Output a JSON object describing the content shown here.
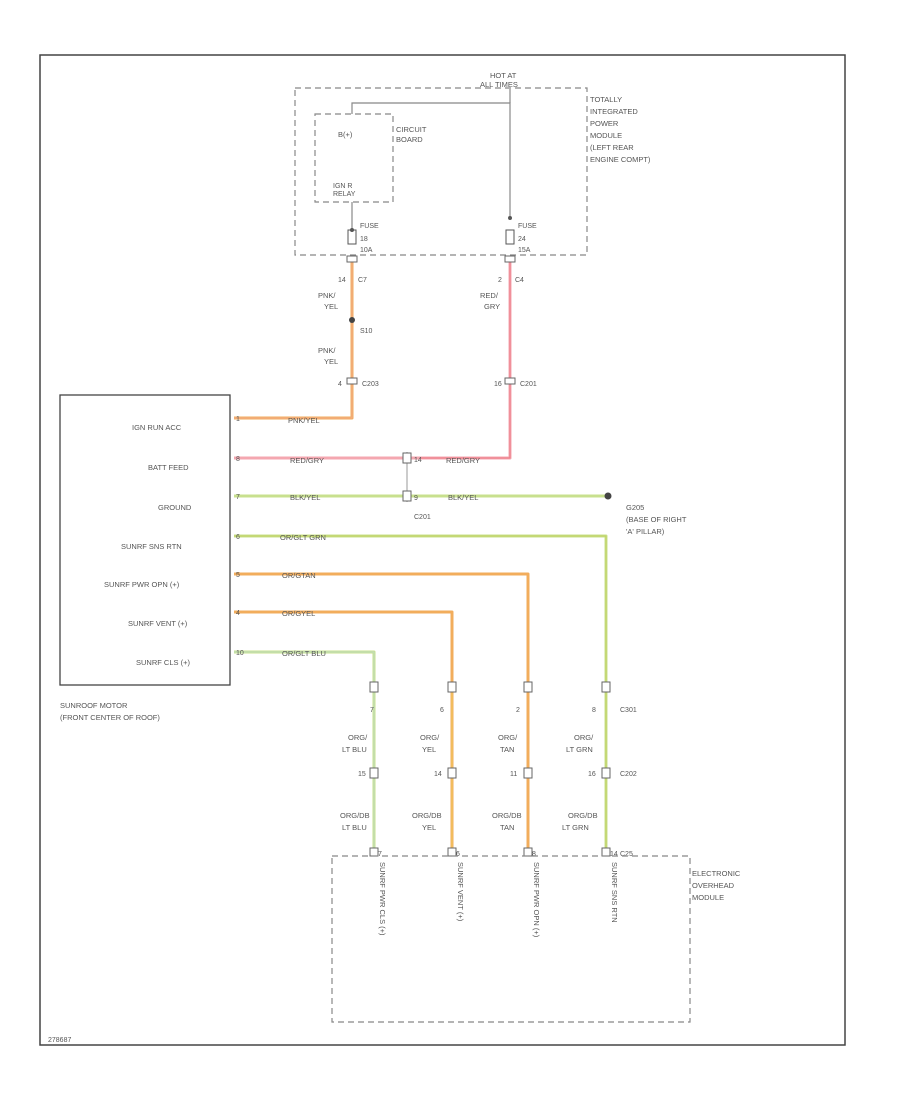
{
  "module_tipm": {
    "hot_at": [
      "HOT AT",
      "ALL TIMES"
    ],
    "name": [
      "TOTALLY",
      "INTEGRATED",
      "POWER",
      "MODULE",
      "(LEFT REAR",
      "ENGINE COMPT)"
    ],
    "circuit_board": [
      "CIRCUIT",
      "BOARD"
    ],
    "ign_label": [
      "IGN R",
      "RELAY"
    ],
    "b_plus": "B(+)",
    "fuse_left": [
      "FUSE",
      "18",
      "10A"
    ],
    "fuse_right": [
      "FUSE",
      "24",
      "15A"
    ]
  },
  "connectors": {
    "c7": "C7",
    "c4": "C4",
    "pin_c7": "14",
    "pin_c4": "2",
    "s10": "S10",
    "c203": "C203",
    "pin_c203": "4",
    "c201": "C201",
    "pin_c201": "16",
    "c201b": "C201",
    "c301": "C301",
    "c202": "C202",
    "c25": "C25"
  },
  "wire_labels": {
    "pnk_yel_1": [
      "PNK/",
      "YEL"
    ],
    "pnk_yel_2": [
      "PNK/",
      "YEL"
    ],
    "red_gry": [
      "RED/",
      "GRY"
    ],
    "w1": "PNK/YEL",
    "w2a": "RED/GRY",
    "w2b": "RED/GRY",
    "w3a": "BLK/YEL",
    "w3b": "BLK/YEL",
    "w4": "OR/GLT GRN",
    "w5": "OR/GTAN",
    "w6": "OR/GYEL",
    "w7": "OR/GLT BLU"
  },
  "motor": {
    "pins": [
      "IGN RUN ACC",
      "BATT FEED",
      "GROUND",
      "SUNRF SNS RTN",
      "SUNRF PWR OPN (+)",
      "SUNRF VENT (+)",
      "SUNRF CLS (+)"
    ],
    "pin_nums": [
      "1",
      "8",
      "7",
      "6",
      "5",
      "4",
      "10"
    ],
    "caption": [
      "SUNROOF MOTOR",
      "(FRONT CENTER OF ROOF)"
    ]
  },
  "ground": {
    "id": "G205",
    "desc": [
      "(BASE OF RIGHT",
      "'A' PILLAR)"
    ]
  },
  "drops": [
    {
      "pin1": "7",
      "c1": [
        "ORG/",
        "LT BLU"
      ],
      "pin2": "15",
      "c2": [
        "ORG/DB",
        "LT BLU"
      ],
      "pin3": "7"
    },
    {
      "pin1": "6",
      "c1": [
        "ORG/",
        "YEL"
      ],
      "pin2": "14",
      "c2": [
        "ORG/DB",
        "YEL"
      ],
      "pin3": "6"
    },
    {
      "pin1": "2",
      "c1": [
        "ORG/",
        "TAN"
      ],
      "pin2": "11",
      "c2": [
        "ORG/DB",
        "TAN"
      ],
      "pin3": "8"
    },
    {
      "pin1": "8",
      "c1": [
        "ORG/",
        "LT GRN"
      ],
      "pin2": "16",
      "c2": [
        "ORG/DB",
        "LT GRN"
      ],
      "pin3": "14"
    }
  ],
  "eom": {
    "name": [
      "ELECTRONIC",
      "OVERHEAD",
      "MODULE"
    ],
    "pins": [
      "SUNRF PWR CLS (+)",
      "SUNRF VENT (+)",
      "SUNRF PWR OPN (+)",
      "SUNRF SNS RTN"
    ]
  },
  "footer_id": "278687",
  "colors": {
    "pink": "#f4a7b0",
    "red": "#e8545f",
    "orange": "#f2ad5c",
    "yellow": "#f1e160",
    "ltgreen": "#c8e08e",
    "ltblue": "#b6d9ef",
    "black": "#444444"
  }
}
